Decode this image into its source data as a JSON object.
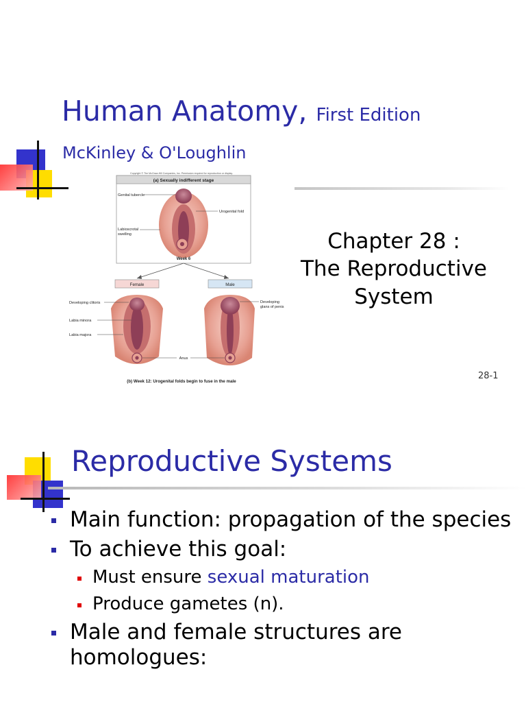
{
  "slide1": {
    "title": "Human Anatomy,",
    "edition": "First Edition",
    "authors": "McKinley & O'Loughlin",
    "chapter": "Chapter 28 :",
    "chapter_title_line1": "The Reproductive",
    "chapter_title_line2": "System",
    "page_number": "28-1",
    "figure": {
      "copyright": "Copyright © The McGraw-Hill Companies, Inc. Permission required for reproduction or display.",
      "panel_a_title": "(a) Sexually indifferent stage",
      "label_genital_tubercle": "Genital tubercle",
      "label_urogenital_fold": "Urogenital fold",
      "label_labioscrotal_1": "Labioscrotal",
      "label_labioscrotal_2": "swelling",
      "label_week6": "Week 6",
      "label_female": "Female",
      "label_male": "Male",
      "label_developing_clitoris": "Developing clitoris",
      "label_labia_minora": "Labia minora",
      "label_labia_majora": "Labia majora",
      "label_developing_glans_1": "Developing",
      "label_developing_glans_2": "glans of penis",
      "label_anus": "Anus",
      "caption_b": "(b) Week 12: Urogenital folds begin to fuse in the male"
    }
  },
  "slide2": {
    "title": "Reproductive Systems",
    "bullet1": "Main function: propagation of the species",
    "bullet2": "To achieve this goal:",
    "sub1_prefix": "Must ensure ",
    "sub1_highlight": "sexual maturation",
    "sub2": "Produce gametes (n).",
    "bullet3": "Male and female structures are homologues:"
  },
  "colors": {
    "title_blue": "#2b2ba6",
    "deco_blue": "#3333cc",
    "deco_yellow": "#ffdd00",
    "deco_red": "#ff3333",
    "sub_bullet_red": "#e00000",
    "tissue_pink": "#e8a8a0",
    "tissue_dark": "#9c4a5e"
  }
}
